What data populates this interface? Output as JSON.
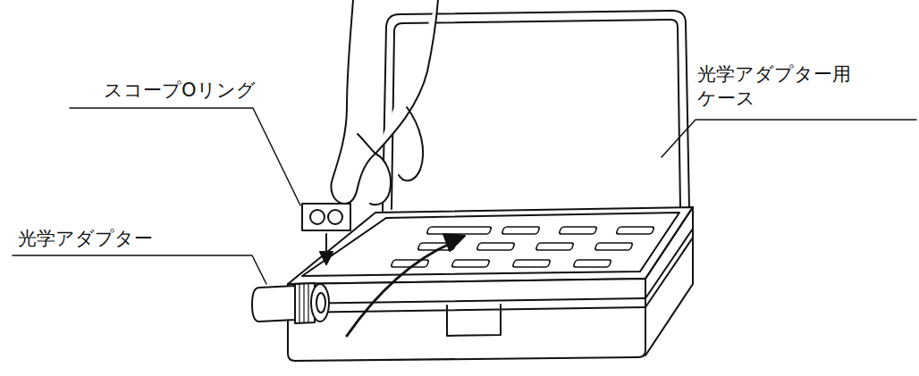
{
  "diagram": {
    "labels": [
      "スコープOリング",
      "光学アダプター用 ケース",
      "光学アダプター"
    ]
  }
}
